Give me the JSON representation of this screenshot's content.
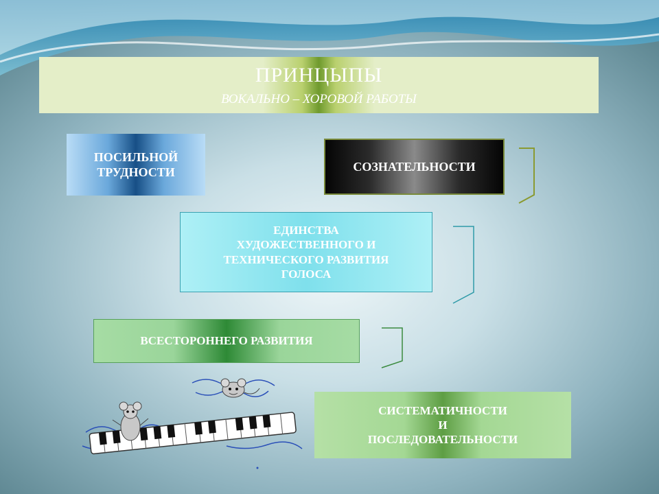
{
  "title": {
    "main": "ПРИНЦЫПЫ",
    "sub": "ВОКАЛЬНО – ХОРОВОЙ РАБОТЫ"
  },
  "principles": {
    "posilnoy": {
      "line1": "ПОСИЛЬНОЙ",
      "line2": "ТРУДНОСТИ"
    },
    "soznatelnosti": "СОЗНАТЕЛЬНОСТИ",
    "edinstva": {
      "line1": "ЕДИНСТВА",
      "line2": "ХУДОЖЕСТВЕННОГО И",
      "line3": "ТЕХНИЧЕСКОГО РАЗВИТИЯ",
      "line4": "ГОЛОСА"
    },
    "vsestoronnego": "ВСЕСТОРОННЕГО РАЗВИТИЯ",
    "sistematichnosti": {
      "line1": "СИСТЕМАТИЧНОСТИ",
      "line2": "И",
      "line3": "ПОСЛЕДОВАТЕЛЬНОСТИ"
    }
  },
  "colors": {
    "wave_blue": "#2e8fbf",
    "wave_light": "#bfe6ee",
    "bracket_olive": "#8a9a30",
    "bracket_teal": "#2e9aa8",
    "bracket_green": "#3a8a3e"
  },
  "decorations": [
    "wave-header",
    "mice-on-piano-clipart"
  ]
}
